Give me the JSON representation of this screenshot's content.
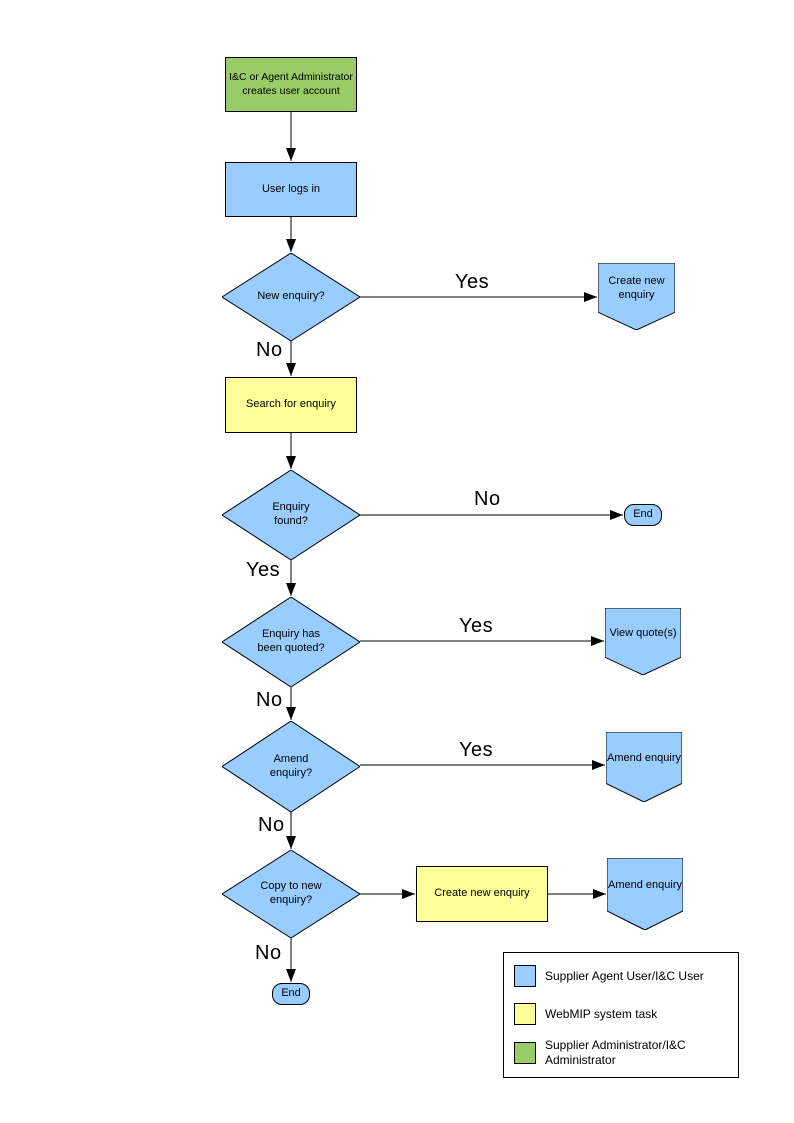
{
  "palette": {
    "user_task_blue": "#99CCFF",
    "system_task_yellow": "#FFFF99",
    "admin_task_green": "#99CC66",
    "line_black": "#000000"
  },
  "nodes": {
    "create_account": {
      "label": "I&C or Agent Administrator\ncreates user account"
    },
    "user_logs_in": {
      "label": "User logs in"
    },
    "new_enquiry_q": {
      "label": "New enquiry?"
    },
    "create_new_enquiry": {
      "label": "Create new\nenquiry"
    },
    "search_for_enquiry": {
      "label": "Search for enquiry"
    },
    "enquiry_found_q": {
      "label": "Enquiry\nfound?"
    },
    "end_right": {
      "label": "End"
    },
    "enquiry_quoted_q": {
      "label": "Enquiry has\nbeen quoted?"
    },
    "view_quotes": {
      "label": "View quote(s)"
    },
    "amend_enquiry_q": {
      "label": "Amend\nenquiry?"
    },
    "amend_enquiry": {
      "label": "Amend enquiry"
    },
    "copy_to_new_q": {
      "label": "Copy to new\nenquiry?"
    },
    "create_new_enquiry_task": {
      "label": "Create new enquiry"
    },
    "amend_enquiry_2": {
      "label": "Amend enquiry"
    },
    "end_bottom": {
      "label": "End"
    }
  },
  "edge_labels": {
    "new_enquiry_yes": "Yes",
    "new_enquiry_no": "No",
    "enquiry_found_no": "No",
    "enquiry_found_yes": "Yes",
    "enquiry_quoted_yes": "Yes",
    "enquiry_quoted_no": "No",
    "amend_enquiry_yes": "Yes",
    "amend_enquiry_no": "No",
    "copy_to_new_no": "No"
  },
  "legend": {
    "items": [
      {
        "color": "#99CCFF",
        "label": "Supplier Agent User/I&C User"
      },
      {
        "color": "#FFFF99",
        "label": "WebMIP system task"
      },
      {
        "color": "#99CC66",
        "label": "Supplier Administrator/I&C\nAdministrator"
      }
    ]
  }
}
